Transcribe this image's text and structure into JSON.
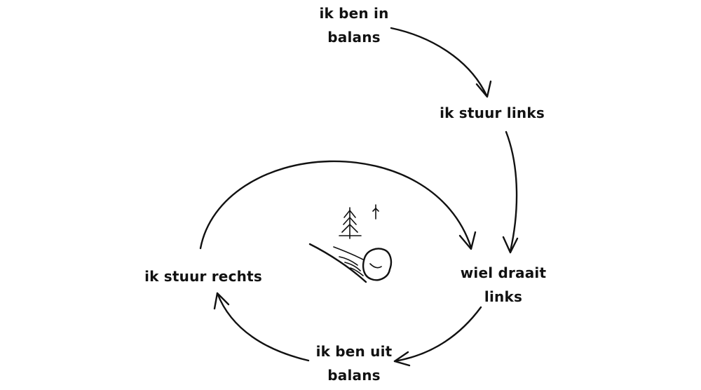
{
  "cycle": {
    "balanced": {
      "line1": "ik ben in",
      "line2": "balans"
    },
    "steer_left": {
      "label": "ik stuur links"
    },
    "wheel_left": {
      "line1": "wiel draait",
      "line2": "links"
    },
    "unbalanced": {
      "line1": "ik ben uit",
      "line2": "balans"
    },
    "steer_right": {
      "label": "ik stuur rechts"
    }
  },
  "colors": {
    "ink": "#111111",
    "background": "#ffffff"
  },
  "illustration": {
    "icon": "bicycle-wheel-on-slope-with-trees-icon"
  }
}
